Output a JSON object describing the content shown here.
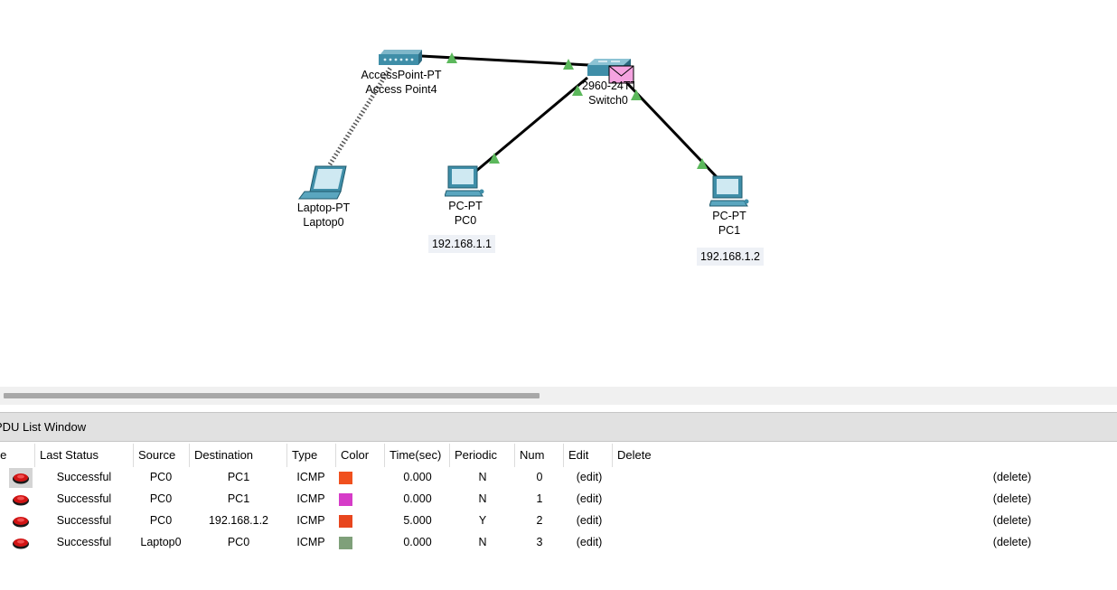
{
  "topology": {
    "devices": {
      "access_point": {
        "model": "AccessPoint-PT",
        "name": "Access Point4"
      },
      "switch": {
        "model": "2960-24TT",
        "name": "Switch0"
      },
      "laptop": {
        "model": "Laptop-PT",
        "name": "Laptop0"
      },
      "pc0": {
        "model": "PC-PT",
        "name": "PC0",
        "ip": "192.168.1.1"
      },
      "pc1": {
        "model": "PC-PT",
        "name": "PC1",
        "ip": "192.168.1.2"
      }
    },
    "link_status_color": "#5cb85c",
    "envelope_color": "#f5a3e0"
  },
  "pdu_window": {
    "title": "PDU List Window",
    "columns": [
      "Fire",
      "Last Status",
      "Source",
      "Destination",
      "Type",
      "Color",
      "Time(sec)",
      "Periodic",
      "Num",
      "Edit",
      "Delete"
    ],
    "rows": [
      {
        "status": "Successful",
        "source": "PC0",
        "destination": "PC1",
        "type": "ICMP",
        "color": "#f0501e",
        "time": "0.000",
        "periodic": "N",
        "num": "0",
        "edit": "(edit)",
        "delete": "(delete)"
      },
      {
        "status": "Successful",
        "source": "PC0",
        "destination": "PC1",
        "type": "ICMP",
        "color": "#d63cc8",
        "time": "0.000",
        "periodic": "N",
        "num": "1",
        "edit": "(edit)",
        "delete": "(delete)"
      },
      {
        "status": "Successful",
        "source": "PC0",
        "destination": "192.168.1.2",
        "type": "ICMP",
        "color": "#e8461e",
        "time": "5.000",
        "periodic": "Y",
        "num": "2",
        "edit": "(edit)",
        "delete": "(delete)"
      },
      {
        "status": "Successful",
        "source": "Laptop0",
        "destination": "PC0",
        "type": "ICMP",
        "color": "#7fa07a",
        "time": "0.000",
        "periodic": "N",
        "num": "3",
        "edit": "(edit)",
        "delete": "(delete)"
      }
    ]
  }
}
